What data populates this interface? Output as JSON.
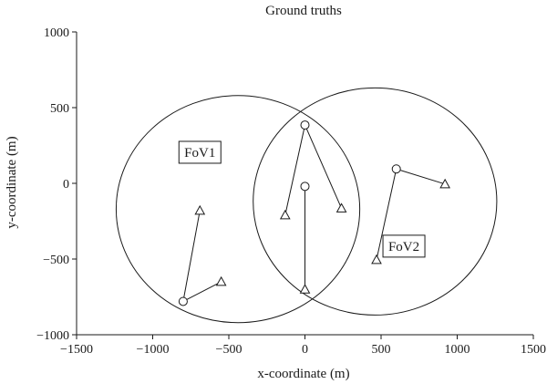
{
  "chart_data": {
    "type": "scatter",
    "title": "Ground truths",
    "xlabel": "x-coordinate (m)",
    "ylabel": "y-coordinate (m)",
    "xlim": [
      -1500,
      1500
    ],
    "ylim": [
      -1000,
      1000
    ],
    "xticks": [
      -1500,
      -1000,
      -500,
      0,
      500,
      1000,
      1500
    ],
    "yticks": [
      -1000,
      -500,
      0,
      500,
      1000
    ],
    "xtick_labels": [
      "−1500",
      "−1000",
      "−500",
      "0",
      "500",
      "1000",
      "1500"
    ],
    "ytick_labels": [
      "−1000",
      "−500",
      "0",
      "500",
      "1000"
    ],
    "grid": false,
    "fields_of_view": [
      {
        "label": "FoV1",
        "center": [
          -440,
          -170
        ],
        "radius_x": 800,
        "radius_y": 750
      },
      {
        "label": "FoV2",
        "center": [
          460,
          -120
        ],
        "radius_x": 800,
        "radius_y": 750
      }
    ],
    "fov_labels": [
      {
        "text": "FoV1",
        "at": [
          -690,
          205
        ]
      },
      {
        "text": "FoV2",
        "at": [
          650,
          -415
        ]
      }
    ],
    "tracks": [
      {
        "start": [
          -800,
          -780
        ],
        "points": [
          [
            -690,
            -180
          ],
          [
            -550,
            -650
          ]
        ]
      },
      {
        "start": [
          0,
          385
        ],
        "points": [
          [
            -130,
            -210
          ],
          [
            240,
            -165
          ]
        ]
      },
      {
        "start": [
          0,
          -20
        ],
        "points": [
          [
            0,
            -700
          ]
        ]
      },
      {
        "start": [
          600,
          95
        ],
        "points": [
          [
            920,
            -5
          ],
          [
            470,
            -505
          ]
        ]
      }
    ]
  }
}
